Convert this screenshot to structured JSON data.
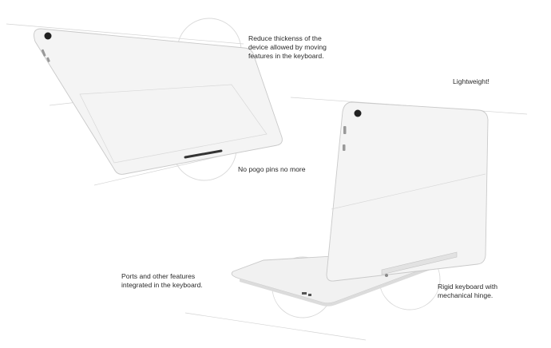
{
  "annotations": {
    "reduce_thickness": "Reduce thickenss of the\ndevice allowed by moving\nfeatures in the keyboard.",
    "lightweight": "Lightweight!",
    "no_pogo": "No pogo pins no more",
    "ports_features": "Ports and other features\nintegrated in the keyboard.",
    "rigid_keyboard": "Rigid keyboard with\nmechanical hinge."
  },
  "colors": {
    "device_body": "#f4f4f4",
    "device_edge": "#c9c9c9",
    "guide_line": "#cfcfcf",
    "text": "#2a2a2a"
  }
}
